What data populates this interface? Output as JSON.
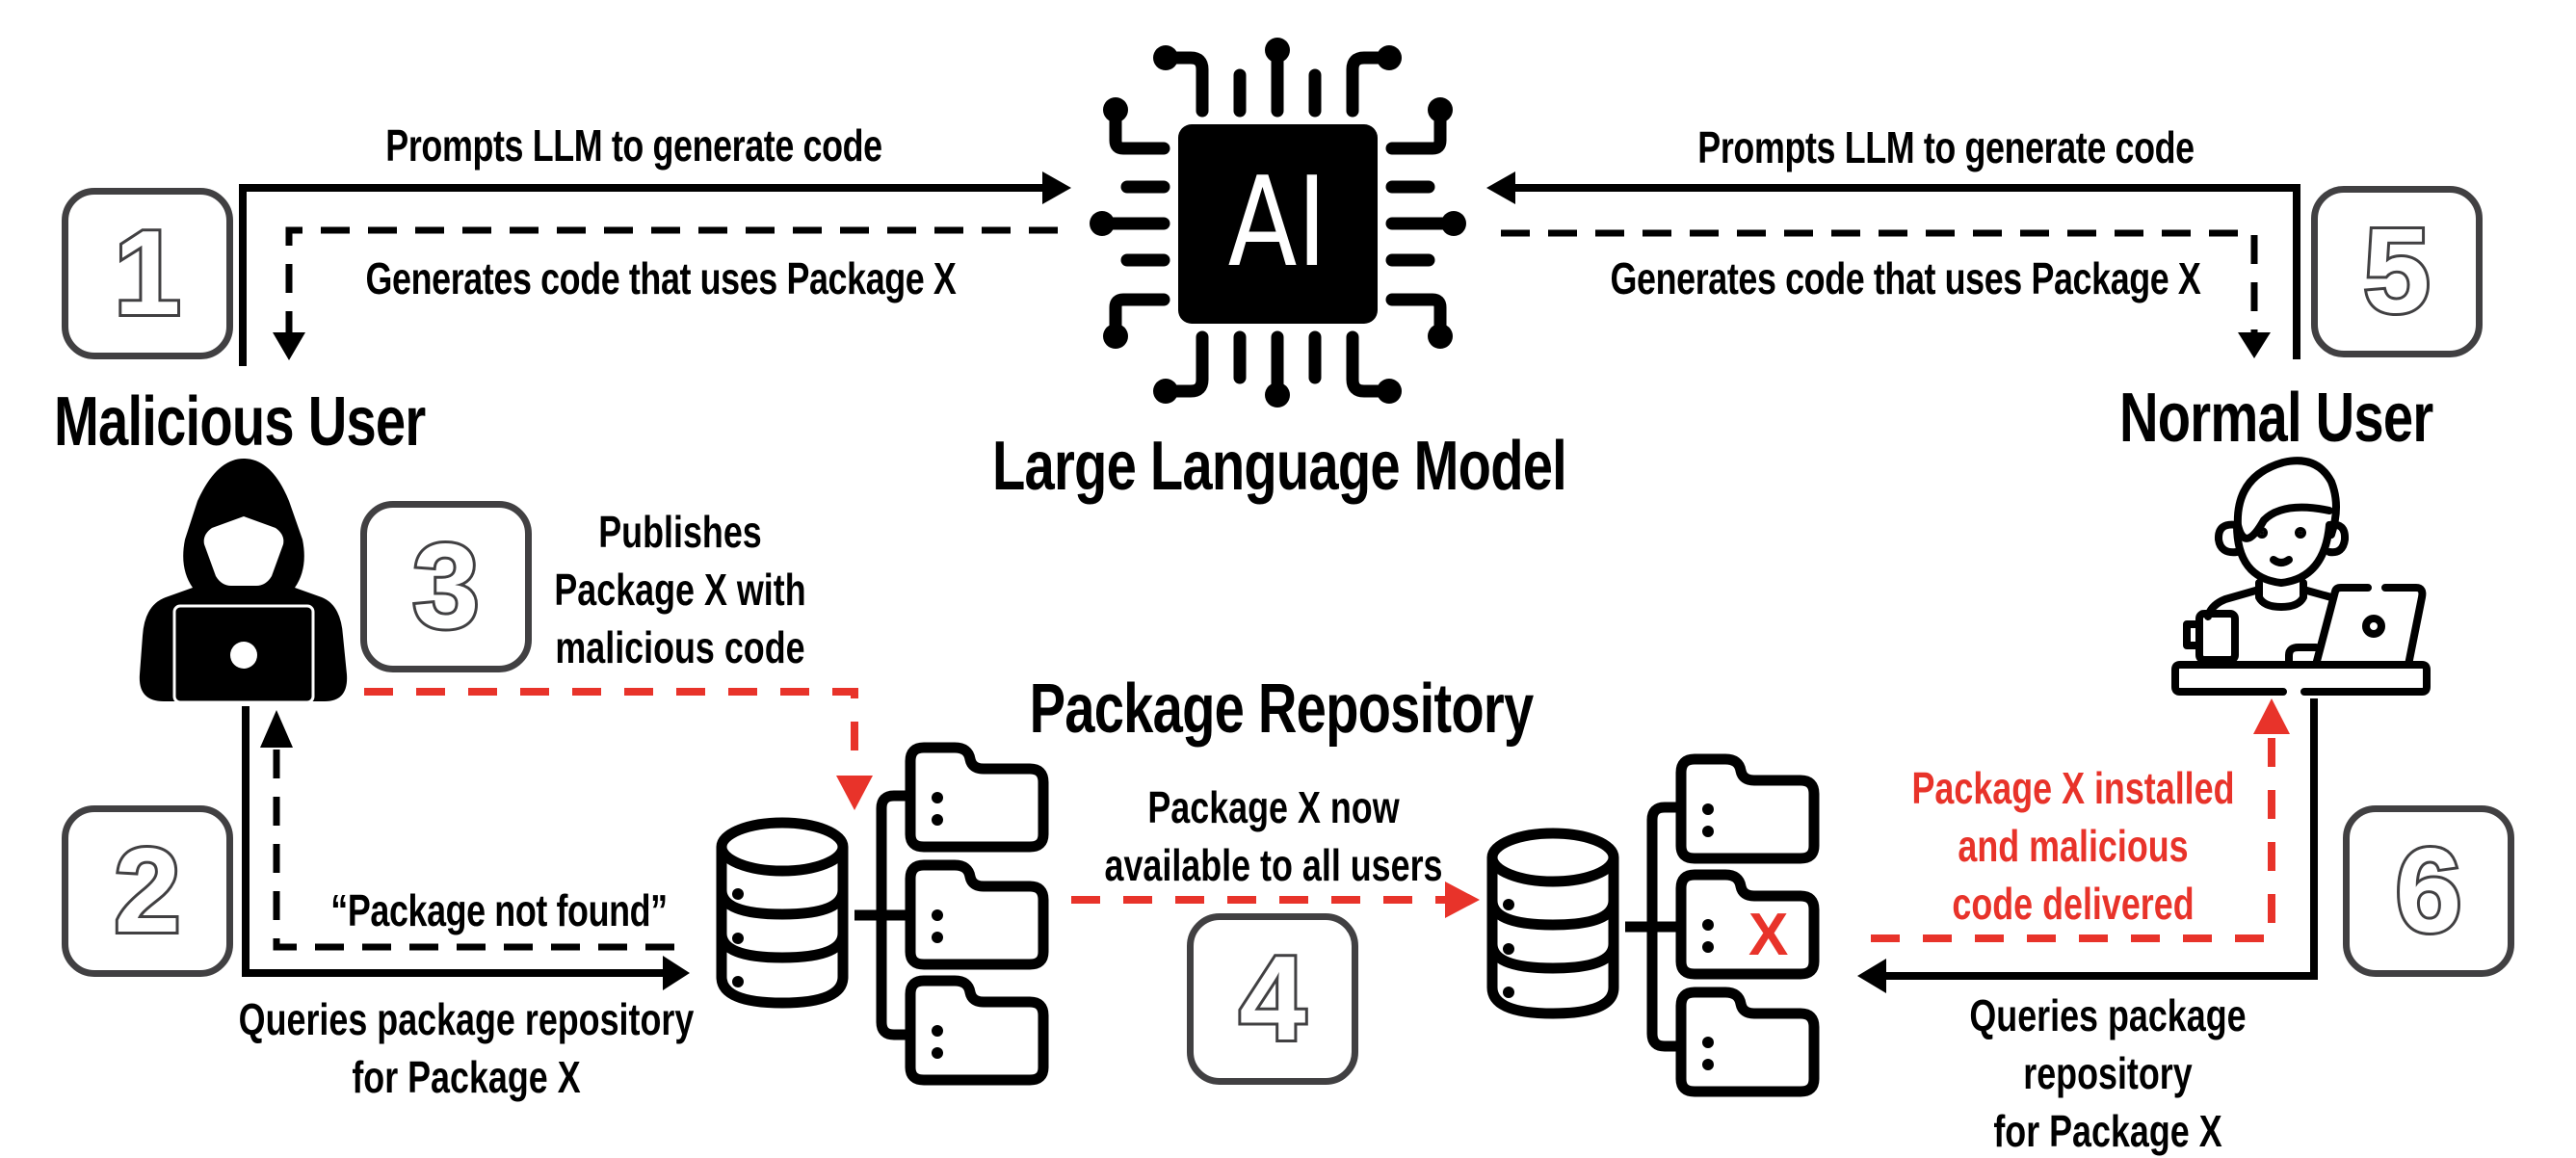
{
  "colors": {
    "ink": "#000000",
    "danger_red": "#E8332A",
    "step_box_border": "#414042",
    "background": "#FFFFFF"
  },
  "actors": {
    "malicious_user": {
      "title": "Malicious User",
      "icon": "hacker-with-laptop-icon"
    },
    "normal_user": {
      "title": "Normal User",
      "icon": "person-at-desk-with-laptop-icon"
    },
    "llm": {
      "title": "Large Language Model",
      "icon": "ai-chip-icon",
      "chip_label": "AI"
    },
    "repository": {
      "title": "Package Repository",
      "icon": "database-with-folders-icon"
    }
  },
  "steps": [
    {
      "number": "1"
    },
    {
      "number": "2"
    },
    {
      "number": "3"
    },
    {
      "number": "4"
    },
    {
      "number": "5"
    },
    {
      "number": "6"
    }
  ],
  "edges": {
    "mal_prompt": {
      "label": "Prompts LLM to generate code",
      "style": "solid",
      "color": "black"
    },
    "mal_response": {
      "label": "Generates code that uses Package X",
      "style": "dashed",
      "color": "black"
    },
    "mal_query": {
      "label": "Queries package repository\nfor Package X",
      "style": "solid",
      "color": "black"
    },
    "mal_not_found": {
      "label": "“Package not found”",
      "style": "dashed",
      "color": "black"
    },
    "mal_publish": {
      "label": "Publishes\nPackage X with\nmalicious code",
      "style": "dashed",
      "color": "red"
    },
    "repo_available": {
      "label": "Package X now\navailable to all users",
      "style": "dashed",
      "color": "red"
    },
    "norm_prompt": {
      "label": "Prompts LLM to generate code",
      "style": "solid",
      "color": "black"
    },
    "norm_response": {
      "label": "Generates code that uses Package X",
      "style": "dashed",
      "color": "black"
    },
    "norm_query": {
      "label": "Queries package repository\nfor Package X",
      "style": "solid",
      "color": "black"
    },
    "norm_installed": {
      "label": "Package X installed\nand malicious\ncode delivered",
      "style": "dashed",
      "color": "red"
    }
  },
  "malicious_folder_mark": "X"
}
